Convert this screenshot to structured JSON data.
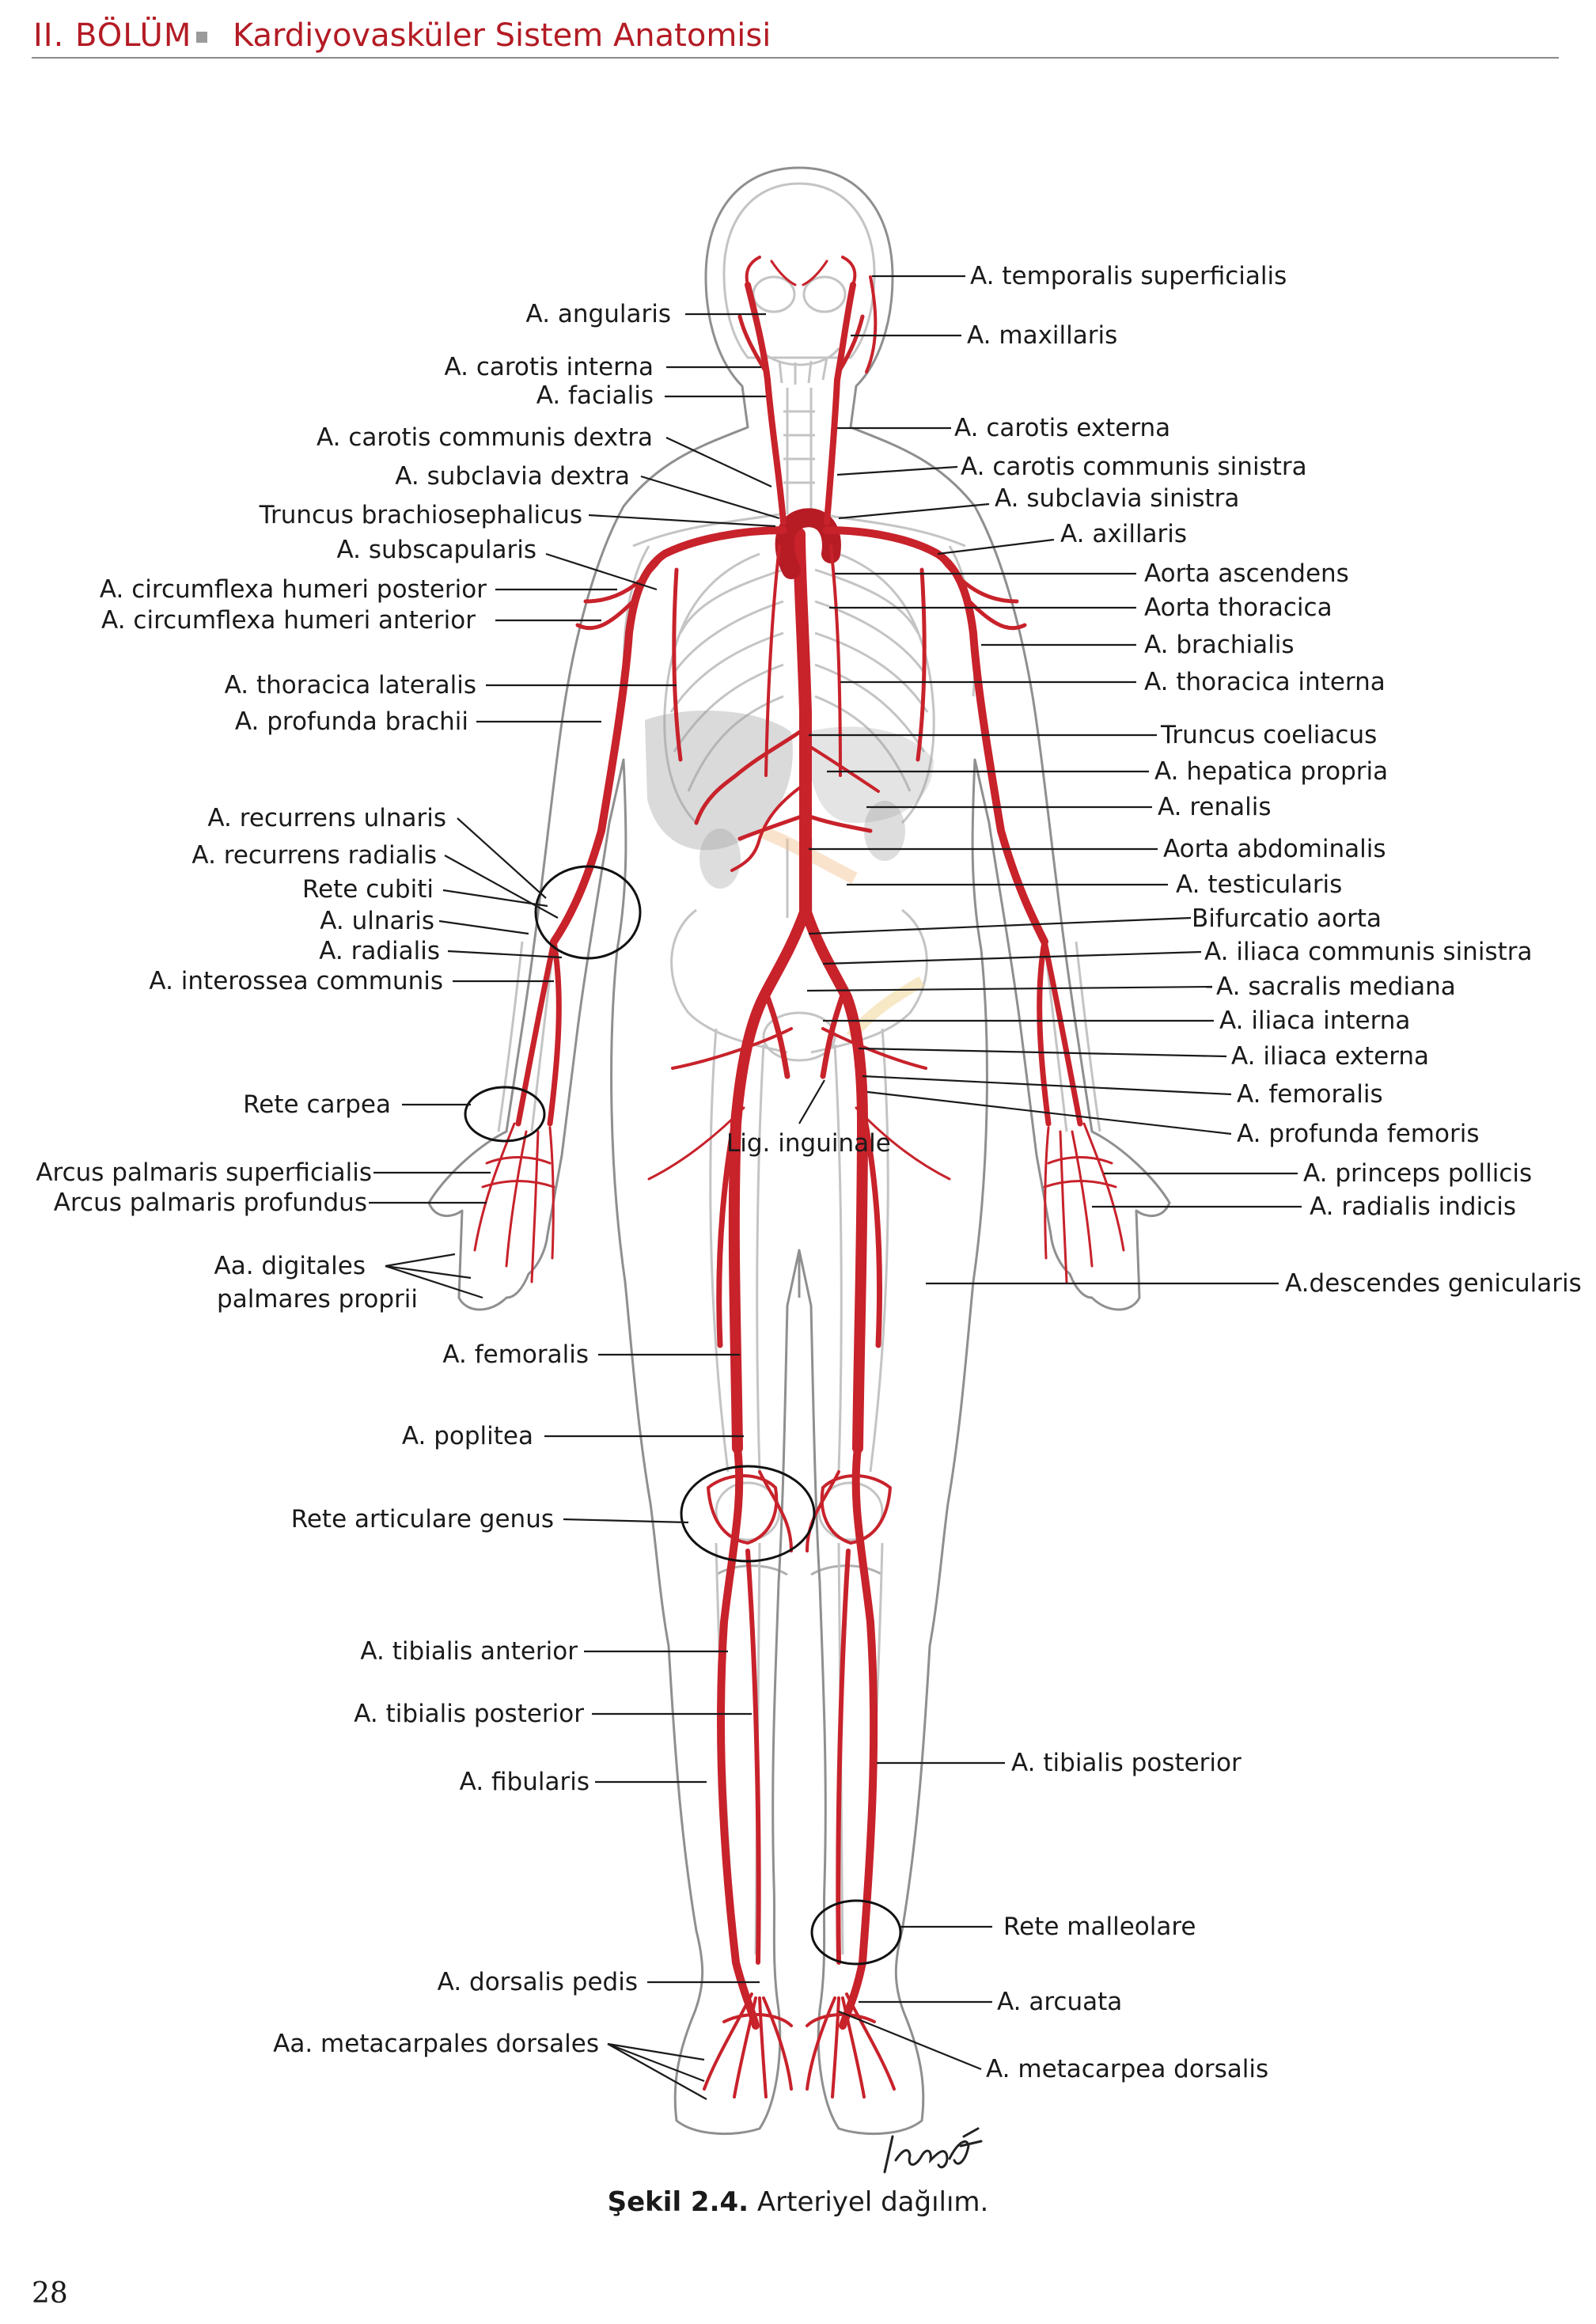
{
  "header": {
    "section": "II. BÖLÜM",
    "title": "Kardiyovasküler Sistem Anatomisi"
  },
  "labels_left": [
    "A. angularis",
    "A. carotis interna",
    "A. facialis",
    "A. carotis communis dextra",
    "A. subclavia dextra",
    "Truncus brachiosephalicus",
    "A. subscapularis",
    "A. circumflexa humeri posterior",
    "A. circumflexa humeri anterior",
    "A. thoracica lateralis",
    "A. profunda brachii",
    "A. recurrens ulnaris",
    "A. recurrens radialis",
    "Rete cubiti",
    "A. ulnaris",
    "A. radialis",
    "A. interossea communis",
    "Rete carpea",
    "Arcus palmaris superficialis",
    "Arcus palmaris profundus",
    "Aa. digitales",
    "palmares proprii",
    "A. femoralis",
    "A. poplitea",
    "Rete articulare genus",
    "A. tibialis anterior",
    "A. tibialis posterior",
    "A. fibularis",
    "A. dorsalis pedis",
    "Aa. metacarpales dorsales"
  ],
  "labels_right": [
    "A. temporalis superficialis",
    "A. maxillaris",
    "A. carotis externa",
    "A. carotis communis sinistra",
    "A. subclavia sinistra",
    "A. axillaris",
    "Aorta ascendens",
    "Aorta thoracica",
    "A. brachialis",
    "A. thoracica interna",
    "Truncus coeliacus",
    "A. hepatica propria",
    "A. renalis",
    "Aorta abdominalis",
    "A. testicularis",
    "Bifurcatio aorta",
    "A. iliaca communis sinistra",
    "A. sacralis mediana",
    "A. iliaca interna",
    "A. iliaca externa",
    "A. femoralis",
    "A. profunda femoris",
    "A. princeps pollicis",
    "A. radialis indicis",
    "A.descendes genicularis",
    "A. tibialis posterior",
    "Rete malleolare",
    "A. arcuata",
    "A. metacarpea dorsalis"
  ],
  "label_center": "Lig. inguinale",
  "caption": {
    "number": "Şekil 2.4.",
    "text": "Arteriyel dağılım."
  },
  "page_number": "28",
  "colors": {
    "header": "#b31b24",
    "artery": "#c8222b",
    "outline": "#8f8f8f"
  }
}
